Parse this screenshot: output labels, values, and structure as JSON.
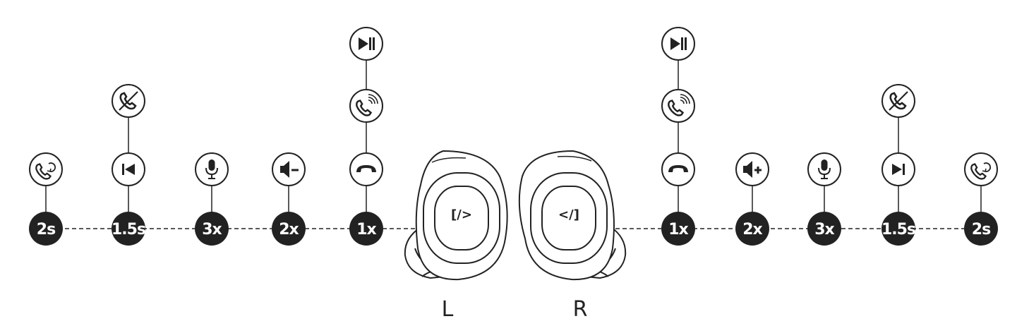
{
  "colors": {
    "ink": "#222222",
    "background": "#ffffff",
    "badge_text": "#ffffff"
  },
  "earbuds": {
    "left": {
      "label": "L",
      "logo": "[/>"
    },
    "right": {
      "label": "R",
      "logo": "</]"
    }
  },
  "left_gestures": [
    {
      "label": "2s",
      "icons": [
        "voice-assistant-call-icon"
      ]
    },
    {
      "label": "1.5s",
      "icons": [
        "previous-track-icon",
        "reject-call-icon"
      ]
    },
    {
      "label": "3x",
      "icons": [
        "microphone-icon"
      ]
    },
    {
      "label": "2x",
      "icons": [
        "volume-down-icon"
      ]
    },
    {
      "label": "1x",
      "icons": [
        "hang-up-icon",
        "answer-call-icon",
        "play-pause-icon"
      ]
    }
  ],
  "right_gestures": [
    {
      "label": "1x",
      "icons": [
        "hang-up-icon",
        "answer-call-icon",
        "play-pause-icon"
      ]
    },
    {
      "label": "2x",
      "icons": [
        "volume-up-icon"
      ]
    },
    {
      "label": "3x",
      "icons": [
        "microphone-icon"
      ]
    },
    {
      "label": "1.5s",
      "icons": [
        "next-track-icon",
        "reject-call-icon"
      ]
    },
    {
      "label": "2s",
      "icons": [
        "voice-assistant-call-icon"
      ]
    }
  ]
}
